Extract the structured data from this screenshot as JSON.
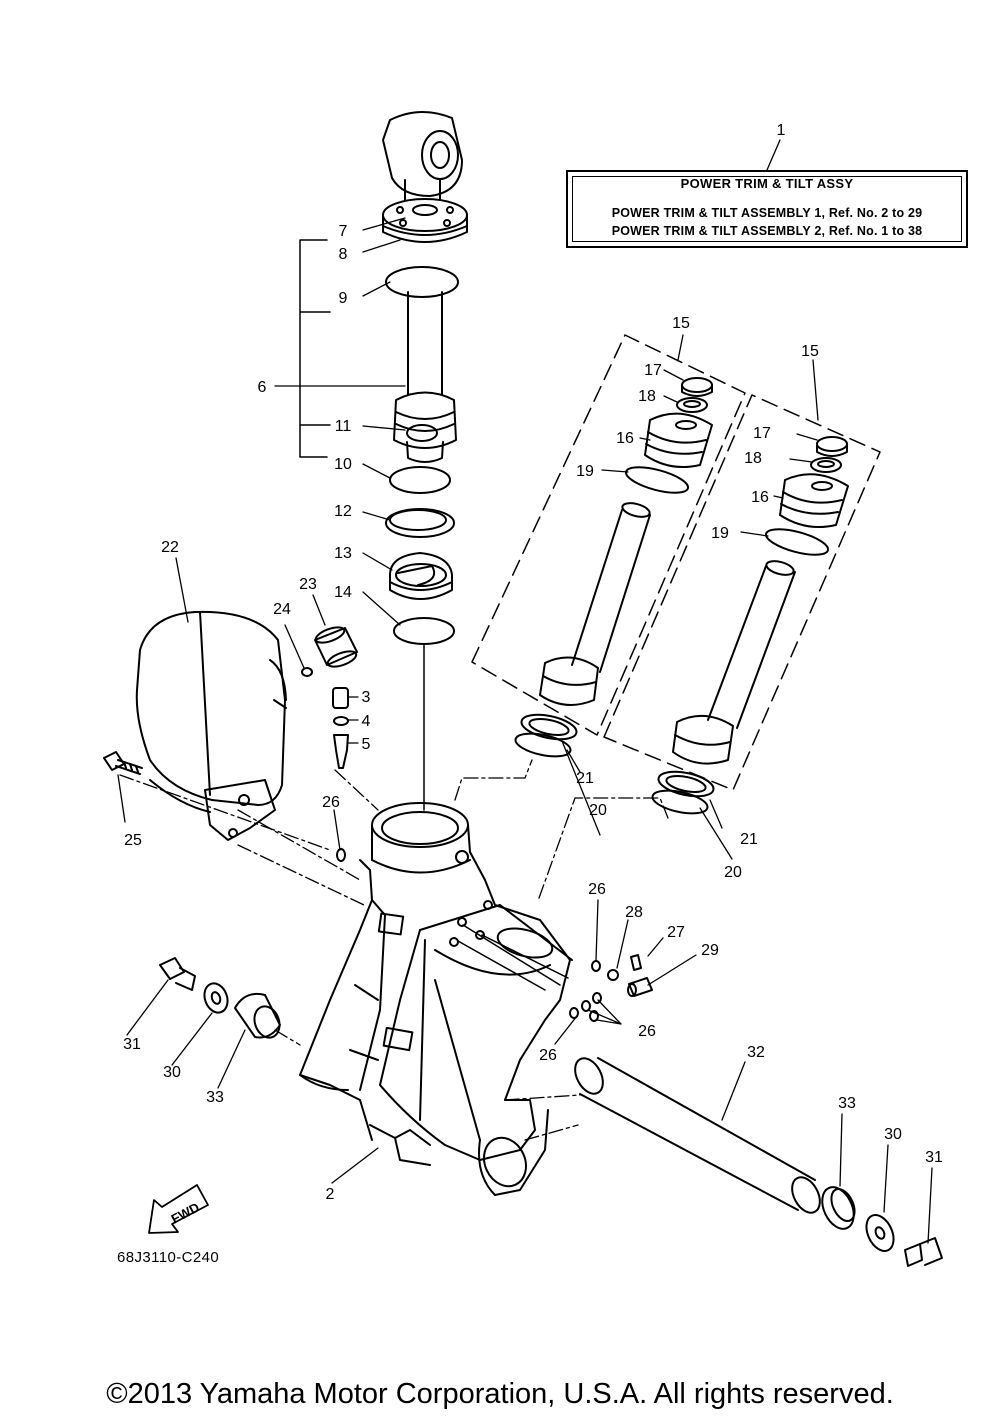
{
  "title_box": {
    "heading": "POWER TRIM & TILT ASSY",
    "line1": "POWER TRIM & TILT ASSEMBLY 1,  Ref. No. 2 to 29",
    "line2": "POWER TRIM & TILT ASSEMBLY 2,  Ref. No. 1 to 38"
  },
  "part_code": "68J3110-C240",
  "fwd_label": "FWD",
  "copyright": "©2013 Yamaha Motor Corporation, U.S.A. All rights reserved.",
  "callouts": {
    "c1": "1",
    "c2": "2",
    "c3": "3",
    "c4": "4",
    "c5": "5",
    "c6": "6",
    "c7": "7",
    "c8": "8",
    "c9": "9",
    "c10": "10",
    "c11": "11",
    "c12": "12",
    "c13": "13",
    "c14": "14",
    "c15a": "15",
    "c15b": "15",
    "c16a": "16",
    "c16b": "16",
    "c17a": "17",
    "c17b": "17",
    "c18a": "18",
    "c18b": "18",
    "c19a": "19",
    "c19b": "19",
    "c20a": "20",
    "c20b": "20",
    "c21a": "21",
    "c21b": "21",
    "c22": "22",
    "c23": "23",
    "c24": "24",
    "c25": "25",
    "c26a": "26",
    "c26b": "26",
    "c26c": "26",
    "c26d": "26",
    "c27": "27",
    "c28": "28",
    "c29": "29",
    "c30a": "30",
    "c30b": "30",
    "c31a": "31",
    "c31b": "31",
    "c32": "32",
    "c33a": "33",
    "c33b": "33"
  },
  "icons": [
    "fwd-arrow-icon"
  ]
}
